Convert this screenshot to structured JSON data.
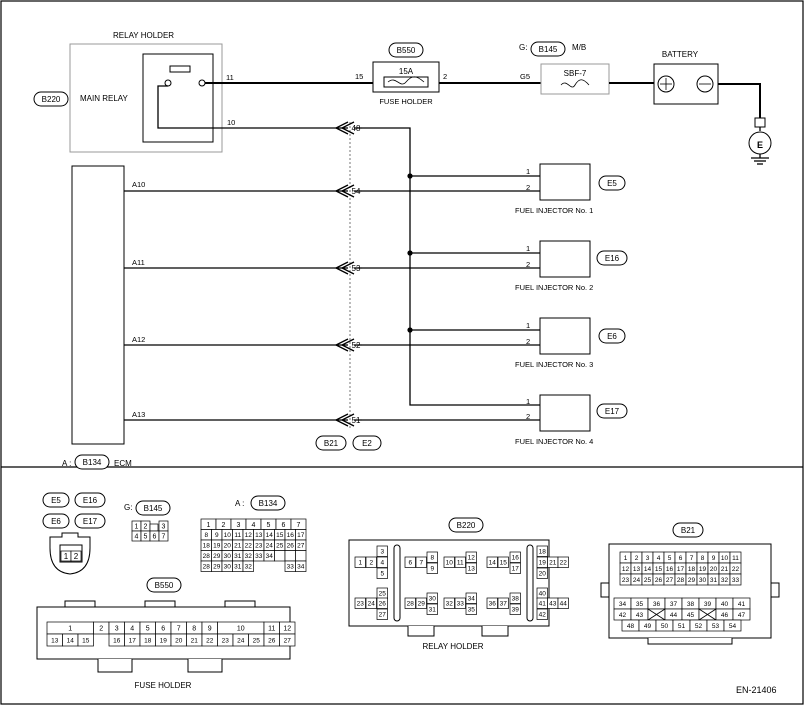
{
  "labels": {
    "relay_holder": "RELAY HOLDER",
    "main_relay": "MAIN RELAY",
    "relay_pin_11": "11",
    "relay_pin_10": "10",
    "fuse_holder": "FUSE HOLDER",
    "fuse_rating": "15A",
    "fuse_pin_15": "15",
    "fuse_pin_2": "2",
    "mb_prefix": "G:",
    "mb": "M/B",
    "mb_pin": "G5",
    "sbf": "SBF-7",
    "battery": "BATTERY",
    "ground_symbol": "E",
    "ecm_prefix": "A :",
    "ecm": "ECM",
    "relay_holder_bottom": "RELAY HOLDER",
    "fuse_holder_bottom": "FUSE HOLDER",
    "g_prefix": "G:",
    "a_prefix": "A :",
    "doc_id": "EN-21406"
  },
  "connectors": {
    "B220": "B220",
    "B550": "B550",
    "B145": "B145",
    "B134": "B134",
    "B21": "B21",
    "E2": "E2",
    "E5": "E5",
    "E16": "E16",
    "E6": "E6",
    "E17": "E17"
  },
  "ecm_pins": [
    "A10",
    "A11",
    "A12",
    "A13"
  ],
  "joint_pins": [
    "48",
    "54",
    "53",
    "52",
    "51"
  ],
  "injectors": [
    {
      "name": "FUEL INJECTOR No. 1",
      "connector": "E5",
      "pin1": "1",
      "pin2": "2"
    },
    {
      "name": "FUEL INJECTOR No. 2",
      "connector": "E16",
      "pin1": "1",
      "pin2": "2"
    },
    {
      "name": "FUEL INJECTOR No. 3",
      "connector": "E6",
      "pin1": "1",
      "pin2": "2"
    },
    {
      "name": "FUEL INJECTOR No. 4",
      "connector": "E17",
      "pin1": "1",
      "pin2": "2"
    }
  ],
  "face_e": [
    "1",
    "2"
  ],
  "face_b145": [
    "1",
    "2",
    "3",
    "4",
    "5",
    "6",
    "7"
  ],
  "face_b134": [
    "1",
    "2",
    "3",
    "4",
    "5",
    "6",
    "7",
    "8",
    "9",
    "10",
    "11",
    "12",
    "13",
    "14",
    "15",
    "16",
    "17",
    "18",
    "19",
    "20",
    "21",
    "22",
    "23",
    "24",
    "25",
    "26",
    "27",
    "28",
    "29",
    "30",
    "31",
    "32",
    "33",
    "34"
  ],
  "face_b550": [
    "1",
    "2",
    "3",
    "4",
    "5",
    "6",
    "7",
    "8",
    "9",
    "10",
    "11",
    "12",
    "13",
    "14",
    "15",
    "16",
    "17",
    "18",
    "19",
    "20",
    "21",
    "22",
    "23",
    "24",
    "25",
    "26",
    "27"
  ],
  "face_b220": [
    "1",
    "2",
    "3",
    "4",
    "5",
    "6",
    "7",
    "8",
    "9",
    "10",
    "11",
    "12",
    "13",
    "14",
    "15",
    "16",
    "17",
    "18",
    "19",
    "20",
    "21",
    "22",
    "23",
    "24",
    "25",
    "26",
    "27",
    "28",
    "29",
    "30",
    "31",
    "32",
    "33",
    "34",
    "35",
    "36",
    "37",
    "38",
    "39",
    "40",
    "41",
    "42",
    "43",
    "44"
  ],
  "face_b21": [
    "1",
    "2",
    "3",
    "4",
    "5",
    "6",
    "7",
    "8",
    "9",
    "10",
    "11",
    "12",
    "13",
    "14",
    "15",
    "16",
    "17",
    "18",
    "19",
    "20",
    "21",
    "22",
    "23",
    "24",
    "25",
    "26",
    "27",
    "28",
    "29",
    "30",
    "31",
    "32",
    "33",
    "34",
    "35",
    "36",
    "37",
    "38",
    "39",
    "40",
    "41",
    "42",
    "43",
    "44",
    "45",
    "46",
    "47",
    "48",
    "49",
    "50",
    "51",
    "52",
    "53",
    "54"
  ]
}
